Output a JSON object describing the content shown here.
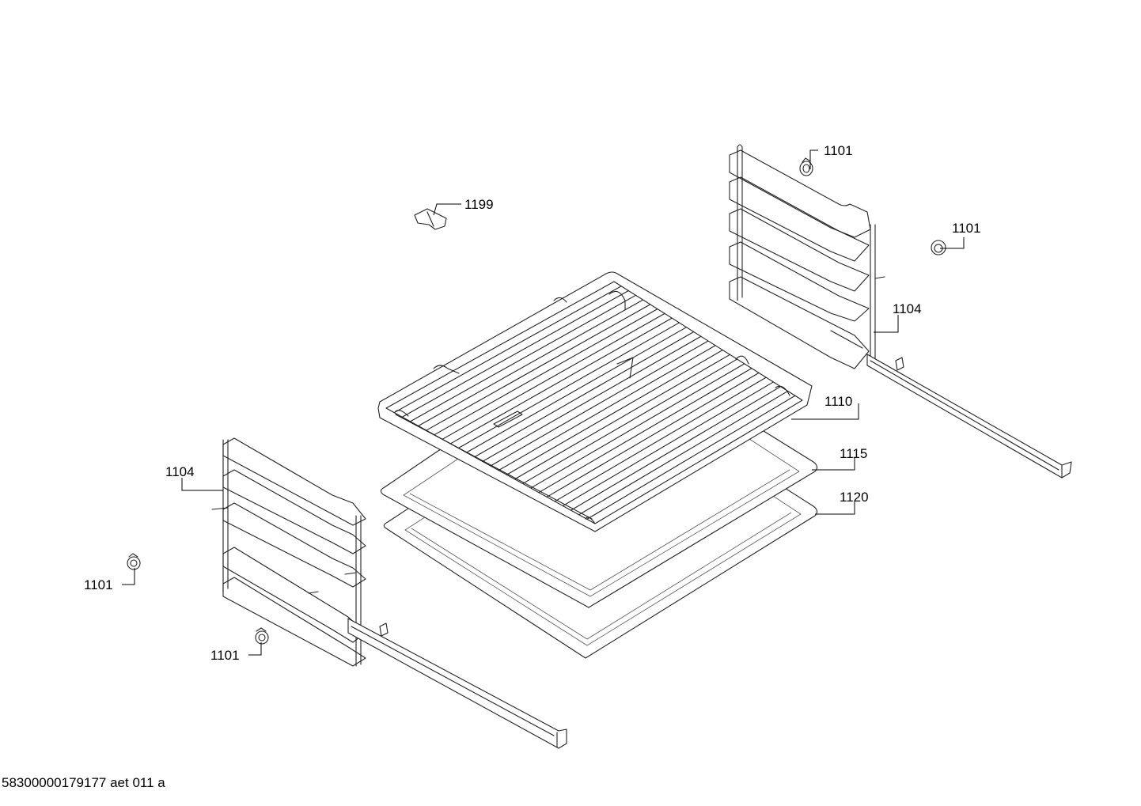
{
  "footer": {
    "doc_code": "58300000179177 aet 011 a"
  },
  "labels": {
    "clip_1199": "1199",
    "knob_top_a": "1101",
    "knob_top_b": "1101",
    "knob_bottom_a": "1101",
    "knob_bottom_b": "1101",
    "rail_right": "1104",
    "rail_left": "1104",
    "grid_1110": "1110",
    "tray_1115": "1115",
    "tray_1120": "1120"
  }
}
